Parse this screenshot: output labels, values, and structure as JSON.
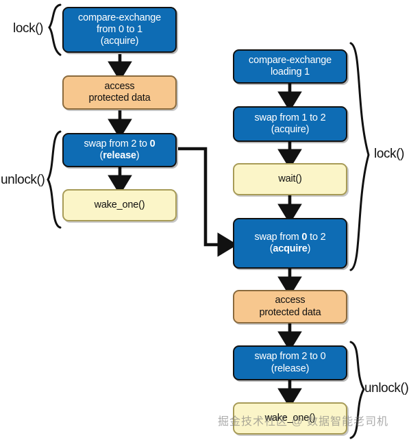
{
  "diagram": {
    "title": "Mutex lock/unlock state transition flow",
    "colors": {
      "blue": "#0e6cb4",
      "orange": "#f7c78e",
      "yellow": "#fbf5c8",
      "stroke": "#111111",
      "orange_border": "#8a6a3d",
      "yellow_border": "#a79b57",
      "text_on_blue": "#ffffff",
      "text_dark": "#101010"
    },
    "left_column": {
      "nodes": [
        {
          "id": "l1",
          "kind": "blue",
          "line1": "compare-exchange",
          "line2": "from 0 to 1",
          "line3": "(acquire)"
        },
        {
          "id": "l2",
          "kind": "orange",
          "line1": "access",
          "line2": "protected data",
          "line3": ""
        },
        {
          "id": "l3",
          "kind": "blue",
          "line1": "swap from 2 to ",
          "line2_bold_a": "0",
          "line2": "(",
          "line2_bold_b": "release",
          "line3": ")"
        },
        {
          "id": "l4",
          "kind": "yellow",
          "line1": "wake_one()",
          "line2": "",
          "line3": ""
        }
      ],
      "braces": [
        {
          "id": "left-lock-brace",
          "label": "lock()"
        },
        {
          "id": "left-unlock-brace",
          "label": "unlock()"
        }
      ]
    },
    "right_column": {
      "nodes": [
        {
          "id": "r1",
          "kind": "blue",
          "line1": "compare-exchange",
          "line2": "loading 1",
          "line3": ""
        },
        {
          "id": "r2",
          "kind": "blue",
          "line1": "swap from 1 to 2",
          "line2": "(acquire)",
          "line3": ""
        },
        {
          "id": "r3",
          "kind": "yellow",
          "line1": "wait()",
          "line2": "",
          "line3": ""
        },
        {
          "id": "r4",
          "kind": "blue",
          "line1": "swap from ",
          "line1_bold": "0",
          "line1_tail": " to 2",
          "line2_bold": "acquire"
        },
        {
          "id": "r5",
          "kind": "orange",
          "line1": "access",
          "line2": "protected data",
          "line3": ""
        },
        {
          "id": "r6",
          "kind": "blue",
          "line1": "swap from 2 to 0",
          "line2": "(release)",
          "line3": ""
        },
        {
          "id": "r7",
          "kind": "yellow",
          "line1": "wake_one()",
          "line2": "",
          "line3": ""
        }
      ],
      "braces": [
        {
          "id": "right-lock-brace",
          "label": "lock()"
        },
        {
          "id": "right-unlock-brace",
          "label": "unlock()"
        }
      ]
    },
    "node_text": {
      "compare_exchange_0_to_1": "compare-exchange\nfrom 0 to 1\n(acquire)",
      "access_protected_data": "access\nprotected data",
      "swap_2_to_0_release_bold": "swap from 2 to 0\n(release)",
      "wake_one": "wake_one()",
      "compare_exchange_loading_1": "compare-exchange\nloading 1",
      "swap_1_to_2_acquire": "swap from 1 to 2\n(acquire)",
      "wait": "wait()",
      "swap_0_to_2_acquire_bold": "swap from 0 to 2\n(acquire)",
      "swap_2_to_0_release": "swap from 2 to 0\n(release)"
    },
    "brace_labels": {
      "left_lock": "lock()",
      "left_unlock": "unlock()",
      "right_lock": "lock()",
      "right_unlock": "unlock()"
    },
    "watermark": "掘金技术社区 @ 数据智能老司机"
  }
}
